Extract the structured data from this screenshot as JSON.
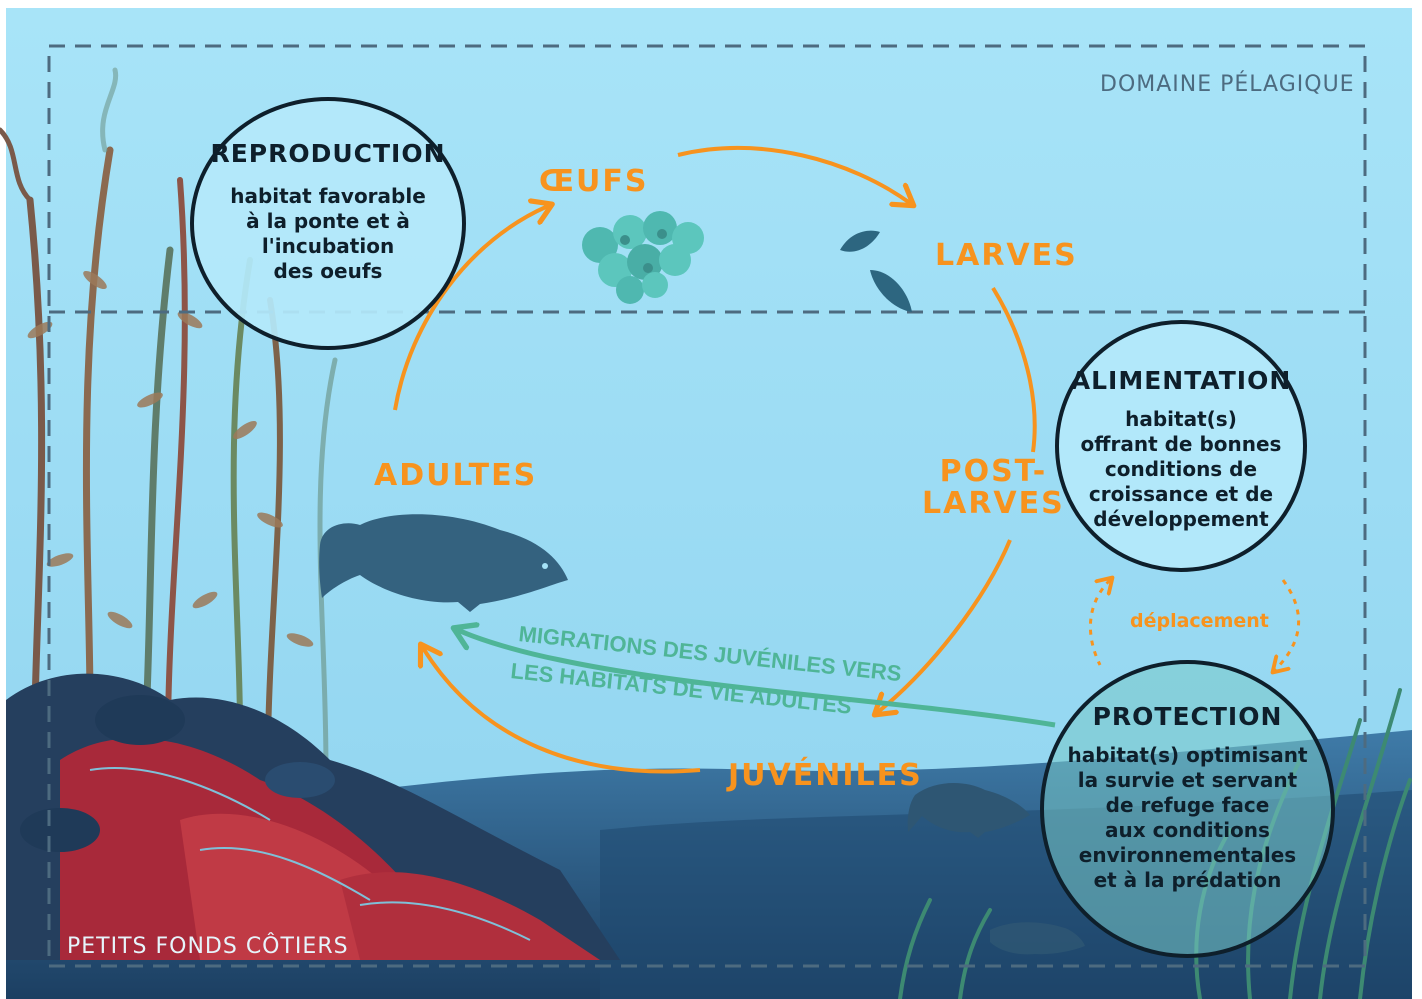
{
  "zones": {
    "pelagic": "DOMAINE PÉLAGIQUE",
    "coastal": "PETITS FONDS CÔTIERS"
  },
  "stages": {
    "eggs": "ŒUFS",
    "larvae": "LARVES",
    "postlarvae": "POST-\nLARVES",
    "juveniles": "JUVÉNILES",
    "adults": "ADULTES"
  },
  "habitats": {
    "reproduction": {
      "title": "REPRODUCTION",
      "text": "habitat favorable\nà la ponte et à\nl'incubation\ndes oeufs"
    },
    "alimentation": {
      "title": "ALIMENTATION",
      "text": "habitat(s)\noffrant de bonnes\nconditions de\ncroissance et de\ndéveloppement"
    },
    "protection": {
      "title": "PROTECTION",
      "text": "habitat(s) optimisant\nla survie et servant\nde refuge face\naux conditions\nenvironnementales\net à la prédation"
    }
  },
  "migration": {
    "line1": "MIGRATIONS DES JUVÉNILES VERS",
    "line2": "LES HABITATS DE VIE ADULTES"
  },
  "movement": "déplacement",
  "colors": {
    "water": "#a6e3f7",
    "accent_orange": "#f7931e",
    "migration_green": "#4fb597",
    "circle_border": "#0e1f2b",
    "dashed_border": "#4d6b80",
    "seabed": "#2c5d86",
    "fish": "#34627f"
  },
  "icons": [
    "egg-cluster-icon",
    "larva-icon",
    "fish-adult-icon",
    "fish-juvenile-icon",
    "kelp-icon",
    "rock-icon",
    "seagrass-icon"
  ]
}
